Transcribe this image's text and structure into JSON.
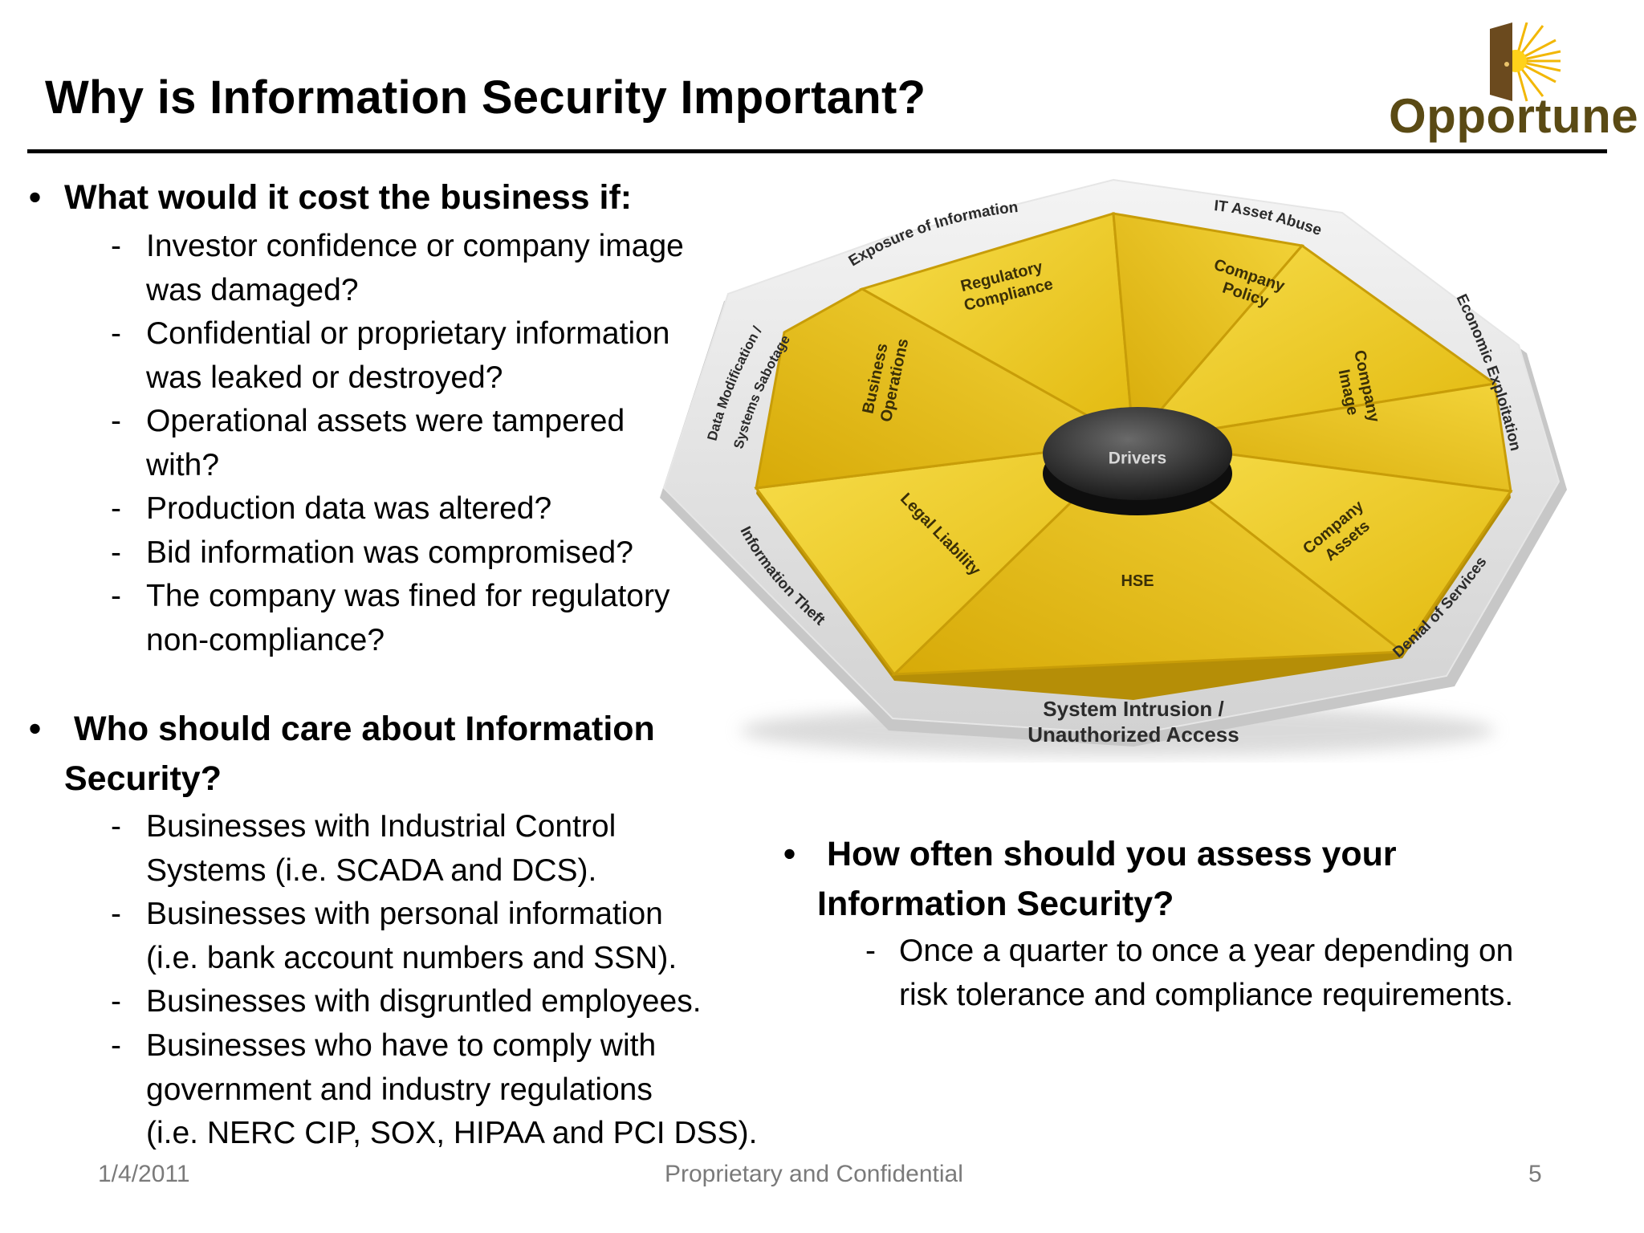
{
  "slide": {
    "title": "Why is Information Security Important?",
    "logo_text": "Opportune",
    "logo_icon": "door-with-sunburst-icon"
  },
  "section_cost": {
    "heading": "What would it cost the business if:",
    "items": [
      [
        "Investor confidence or company image",
        "was damaged?"
      ],
      [
        "Confidential or proprietary information",
        "was leaked or destroyed?"
      ],
      [
        "Operational assets were tampered",
        "with?"
      ],
      [
        "Production data was altered?"
      ],
      [
        "Bid information was compromised?"
      ],
      [
        "The company was fined for regulatory",
        "non-compliance?"
      ]
    ]
  },
  "section_who": {
    "heading_line1": "Who should care about Information",
    "heading_line2": "Security?",
    "items": [
      [
        "Businesses with Industrial Control",
        "Systems (i.e. SCADA and DCS)."
      ],
      [
        "Businesses with personal information",
        "(i.e. bank account numbers and SSN)."
      ],
      [
        "Businesses with disgruntled employees."
      ],
      [
        "Businesses who have to comply with",
        "government and industry regulations",
        "(i.e. NERC CIP, SOX, HIPAA and PCI DSS)."
      ]
    ]
  },
  "section_how": {
    "heading_line1": "How often should you assess your",
    "heading_line2": "Information Security?",
    "items": [
      [
        "Once a quarter to once a year depending on",
        "risk tolerance and compliance requirements."
      ]
    ]
  },
  "diagram": {
    "center": "Drivers",
    "inner_segments": {
      "regulatory": [
        "Regulatory",
        "Compliance"
      ],
      "policy": [
        "Company",
        "Policy"
      ],
      "image": [
        "Company",
        "Image"
      ],
      "assets": [
        "Company",
        "Assets"
      ],
      "hse": "HSE",
      "legal": "Legal Liability",
      "operations": [
        "Business",
        "Operations"
      ]
    },
    "outer_labels": {
      "exposure": "Exposure of Information",
      "it_abuse": "IT Asset Abuse",
      "economic": "Economic Exploitation",
      "denial": "Denial of Services",
      "intrusion": [
        "System Intrusion /",
        "Unauthorized Access"
      ],
      "theft": "Information Theft",
      "sabotage": [
        "Data Modification /",
        "Systems Sabotage"
      ]
    }
  },
  "footer": {
    "date": "1/4/2011",
    "center": "Proprietary and Confidential",
    "page": "5"
  }
}
